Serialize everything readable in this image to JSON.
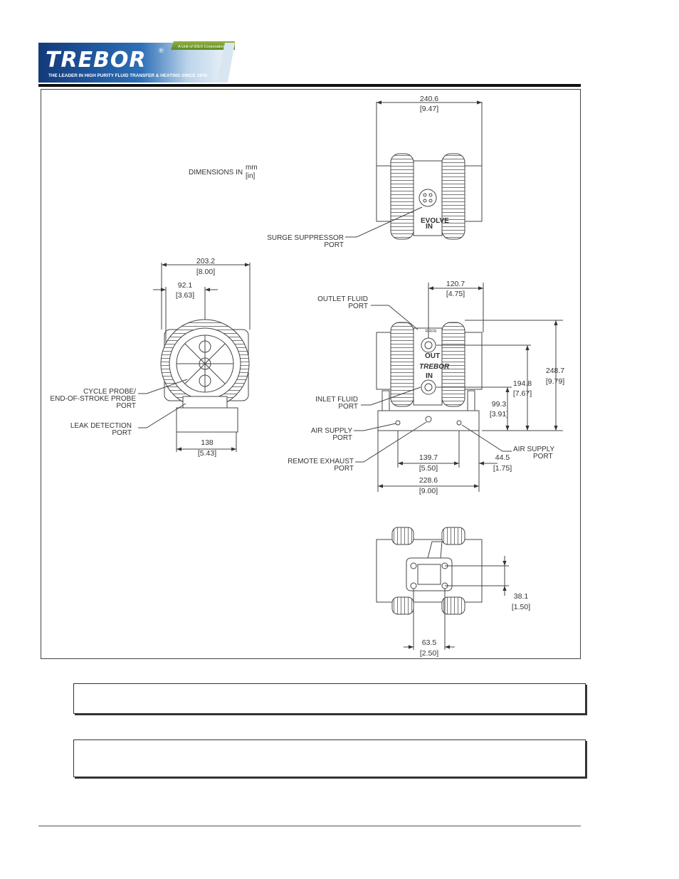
{
  "logo": {
    "brand": "TREBOR",
    "registered": "®",
    "badge": "A Unit of IDEX Corporation",
    "tagline": "THE LEADER IN HIGH PURITY FLUID TRANSFER & HEATING SINCE 1976"
  },
  "drawing": {
    "dimensions_in": "DIMENSIONS IN",
    "unit_mm": "mm",
    "unit_in": "[in]",
    "labels": {
      "surge_suppressor_1": "SURGE SUPPRESSOR",
      "surge_suppressor_2": "PORT",
      "outlet_fluid_1": "OUTLET FLUID",
      "outlet_fluid_2": "PORT",
      "inlet_fluid_1": "INLET FLUID",
      "inlet_fluid_2": "PORT",
      "air_supply_left_1": "AIR SUPPLY",
      "air_supply_left_2": "PORT",
      "air_supply_right_1": "AIR SUPPLY",
      "air_supply_right_2": "PORT",
      "remote_exhaust_1": "REMOTE EXHAUST",
      "remote_exhaust_2": "PORT",
      "cycle_probe_1": "CYCLE PROBE/",
      "cycle_probe_2": "END-OF-STROKE PROBE",
      "cycle_probe_3": "PORT",
      "leak_detection_1": "LEAK DETECTION",
      "leak_detection_2": "PORT"
    },
    "pump_marks": {
      "evolve": "EVOLVE",
      "model": "IN",
      "out": "OUT",
      "in": "IN",
      "trebor": "TREBOR"
    },
    "dims": {
      "top_width_mm": "240.6",
      "top_width_in": "[9.47]",
      "side_width_mm": "203.2",
      "side_width_in": "[8.00]",
      "side_half_mm": "92.1",
      "side_half_in": "[3.63]",
      "side_base_mm": "138",
      "side_base_in": "[5.43]",
      "outlet_offset_mm": "120.7",
      "outlet_offset_in": "[4.75]",
      "total_height_mm": "248.7",
      "total_height_in": "[9.79]",
      "outlet_height_mm": "194.8",
      "outlet_height_in": "[7.67]",
      "inlet_height_mm": "99.3",
      "inlet_height_in": "[3.91]",
      "base_holes_mm": "139.7",
      "base_holes_in": "[5.50]",
      "base_edge_mm": "44.5",
      "base_edge_in": "[1.75]",
      "base_width_mm": "228.6",
      "base_width_in": "[9.00]",
      "bottom_height_mm": "38.1",
      "bottom_height_in": "[1.50]",
      "bottom_width_mm": "63.5",
      "bottom_width_in": "[2.50]"
    }
  }
}
